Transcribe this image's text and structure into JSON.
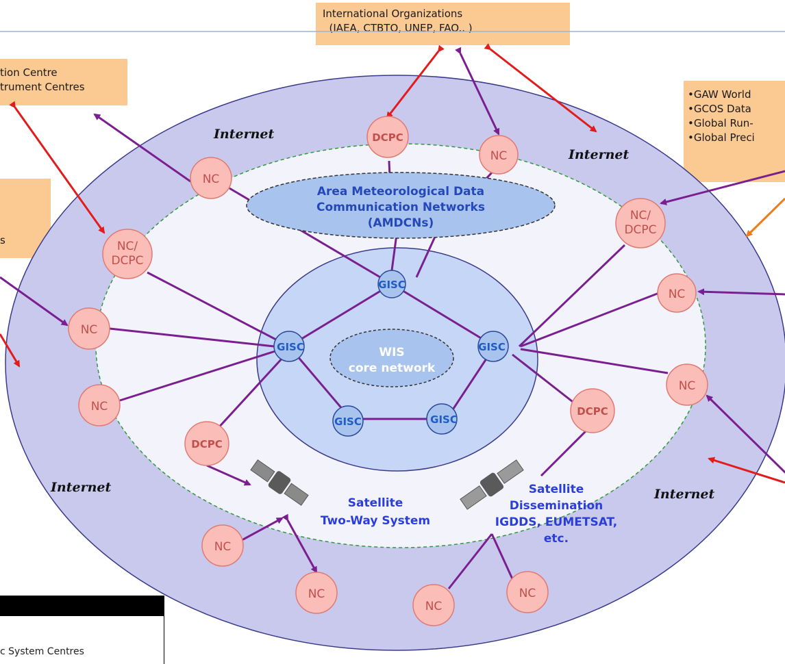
{
  "boxes": {
    "international": "International Organizations\n  (IAEA, CTBTO, UNEP, FAO.. )",
    "left_top": "tion Centre\ntrument Centres",
    "left_mid": "s",
    "right": "•GAW World\n•GCOS Data\n•Global Run-\n•Global Preci"
  },
  "labels": {
    "internet": "Internet",
    "amdcn_line1": "Area Meteorological Data",
    "amdcn_line2": "Communication Networks",
    "amdcn_line3": "(AMDCNs)",
    "core_line1": "WIS",
    "core_line2": "core network",
    "gisc": "GISC",
    "nc": "NC",
    "dcpc": "DCPC",
    "nc_dcpc_1": "NC/",
    "nc_dcpc_2": "DCPC",
    "sat2way_line1": "Satellite",
    "sat2way_line2": "Two-Way System",
    "satdiss_line1": "Satellite",
    "satdiss_line2": "Dissemination",
    "satdiss_line3": "IGDDS, EUMETSAT,",
    "satdiss_line4": "etc."
  },
  "legend": {
    "text": "c System Centres"
  },
  "colors": {
    "outer_ring": "#c9c9ee",
    "inner_area": "#f3f3fb",
    "core": "#c6d6f6",
    "node_fill": "#fbbdb7",
    "link_purple": "#7a1f8f",
    "link_red": "#e21b1b",
    "box_fill": "#fbc992"
  }
}
